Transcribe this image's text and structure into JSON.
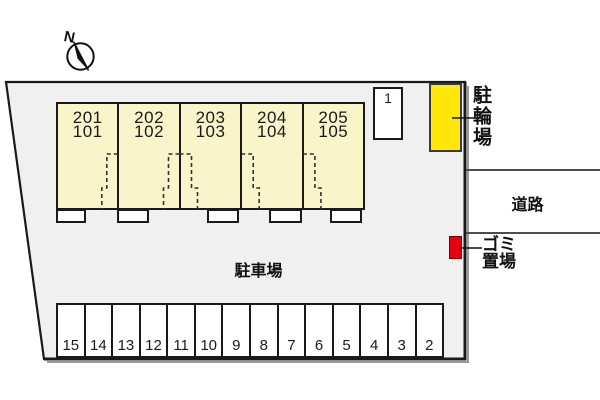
{
  "colors": {
    "page-bg": "#ffffff",
    "site-fill": "#f0f0f0",
    "outline": "#1a1a1a",
    "unit-fill": "#faf4cb",
    "bicycle-fill": "#ffe808",
    "garbage-fill": "#e60012",
    "road-line": "#4d4d4d"
  },
  "compass": {
    "label": "N"
  },
  "building": {
    "units": [
      {
        "upper": "201",
        "lower": "101"
      },
      {
        "upper": "202",
        "lower": "102"
      },
      {
        "upper": "203",
        "lower": "103"
      },
      {
        "upper": "204",
        "lower": "104"
      },
      {
        "upper": "205",
        "lower": "105"
      }
    ]
  },
  "space_one": {
    "label": "1"
  },
  "bicycle_area": {
    "label": "駐輪場"
  },
  "road": {
    "label": "道路"
  },
  "garbage_area": {
    "line1": "ゴミ",
    "line2": "置場"
  },
  "parking": {
    "label": "駐車場",
    "spaces": [
      "15",
      "14",
      "13",
      "12",
      "11",
      "10",
      "9",
      "8",
      "7",
      "6",
      "5",
      "4",
      "3",
      "2"
    ]
  }
}
